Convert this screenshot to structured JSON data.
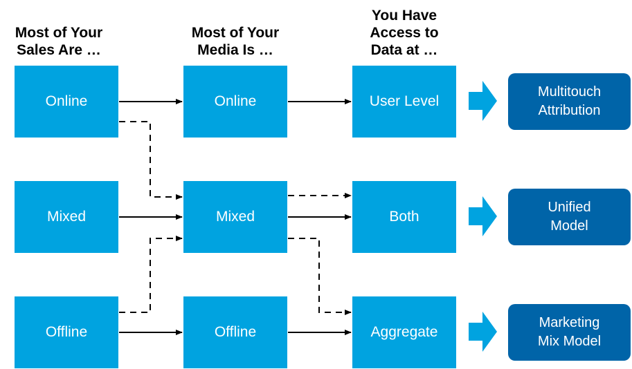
{
  "headers": {
    "sales": "Most of Your\nSales Are …",
    "media": "Most of Your\nMedia Is …",
    "data": "You Have\nAccess to\nData at …"
  },
  "sales": {
    "online": "Online",
    "mixed": "Mixed",
    "offline": "Offline"
  },
  "media": {
    "online": "Online",
    "mixed": "Mixed",
    "offline": "Offline"
  },
  "data_level": {
    "user": "User Level",
    "both": "Both",
    "aggregate": "Aggregate"
  },
  "models": {
    "multitouch": "Multitouch\nAttribution",
    "unified": "Unified\nModel",
    "mmm": "Marketing\nMix Model"
  },
  "colors": {
    "box": "#00a3e0",
    "model": "#0064a8",
    "arrow": "#000000",
    "big_arrow": "#00a3e0"
  }
}
